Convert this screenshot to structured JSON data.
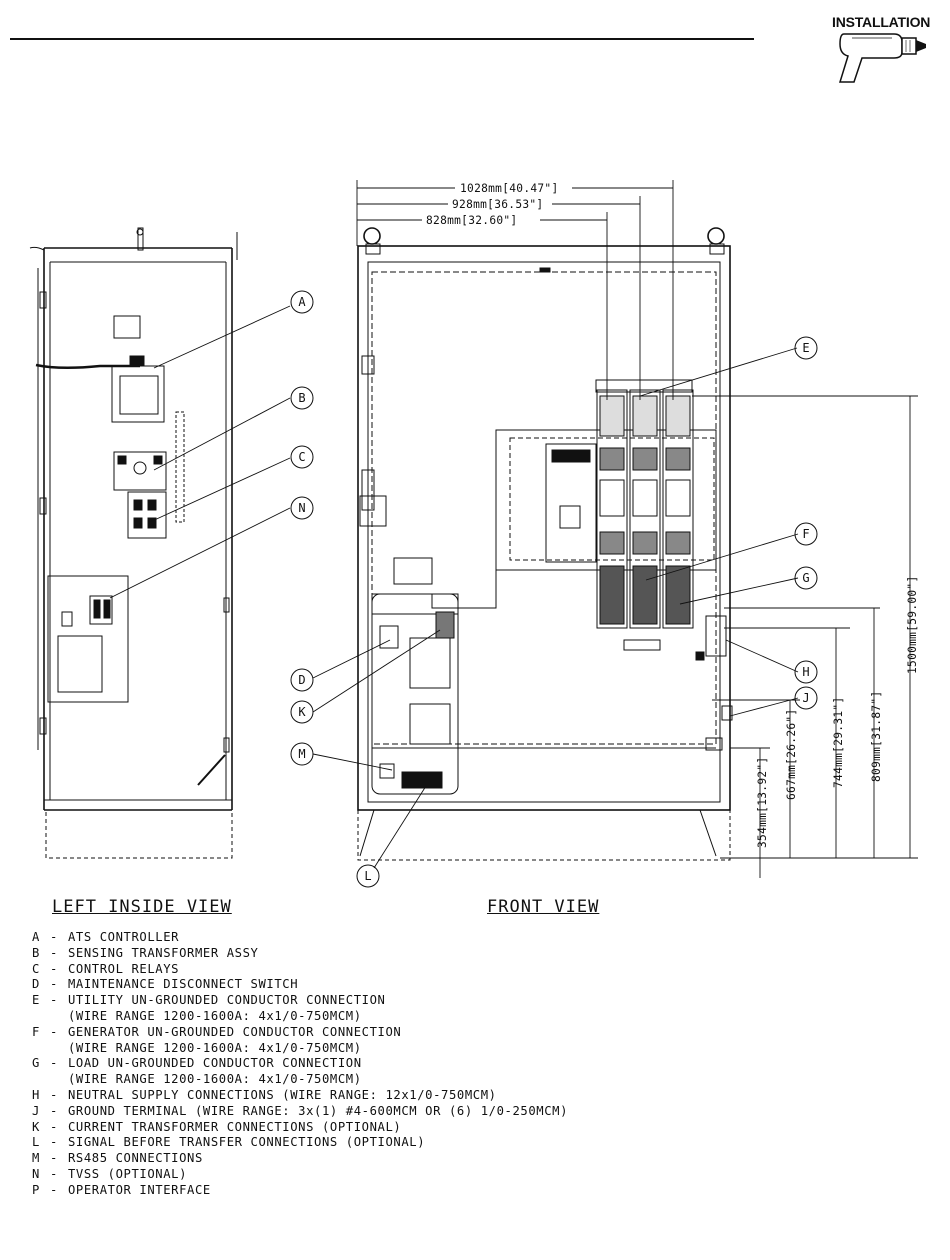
{
  "header": {
    "section_title": "INSTALLATION",
    "icon": "drill-icon"
  },
  "views": {
    "left": "LEFT INSIDE VIEW",
    "front": "FRONT VIEW"
  },
  "dimensions": {
    "width_overall": "1028mm[40.47\"]",
    "width_mid": "928mm[36.53\"]",
    "width_inner": "828mm[32.60\"]",
    "height_total": "1500mm[59.00\"]",
    "height_809": "809mm[31.87\"]",
    "height_744": "744mm[29.31\"]",
    "height_667": "667mm[26.26\"]",
    "height_354": "354mm[13.92\"]"
  },
  "callouts": [
    "A",
    "B",
    "C",
    "N",
    "D",
    "K",
    "M",
    "L",
    "E",
    "F",
    "G",
    "H",
    "J"
  ],
  "legend": [
    {
      "key": "A",
      "text": "ATS CONTROLLER"
    },
    {
      "key": "B",
      "text": "SENSING TRANSFORMER ASSY"
    },
    {
      "key": "C",
      "text": "CONTROL RELAYS"
    },
    {
      "key": "D",
      "text": "MAINTENANCE DISCONNECT SWITCH"
    },
    {
      "key": "E",
      "text": "UTILITY UN-GROUNDED CONDUCTOR CONNECTION",
      "cont": "(WIRE RANGE 1200-1600A: 4x1/0-750MCM)"
    },
    {
      "key": "F",
      "text": "GENERATOR UN-GROUNDED CONDUCTOR CONNECTION",
      "cont": "(WIRE RANGE 1200-1600A: 4x1/0-750MCM)"
    },
    {
      "key": "G",
      "text": "LOAD UN-GROUNDED CONDUCTOR CONNECTION",
      "cont": "(WIRE RANGE 1200-1600A: 4x1/0-750MCM)"
    },
    {
      "key": "H",
      "text": "NEUTRAL SUPPLY CONNECTIONS (WIRE RANGE: 12x1/0-750MCM)"
    },
    {
      "key": "J",
      "text": "GROUND TERMINAL (WIRE RANGE: 3x(1) #4-600MCM OR (6) 1/0-250MCM)"
    },
    {
      "key": "K",
      "text": "CURRENT TRANSFORMER CONNECTIONS (OPTIONAL)"
    },
    {
      "key": "L",
      "text": "SIGNAL BEFORE TRANSFER CONNECTIONS (OPTIONAL)"
    },
    {
      "key": "M",
      "text": "RS485 CONNECTIONS"
    },
    {
      "key": "N",
      "text": "TVSS (OPTIONAL)"
    },
    {
      "key": "P",
      "text": "OPERATOR INTERFACE"
    }
  ]
}
